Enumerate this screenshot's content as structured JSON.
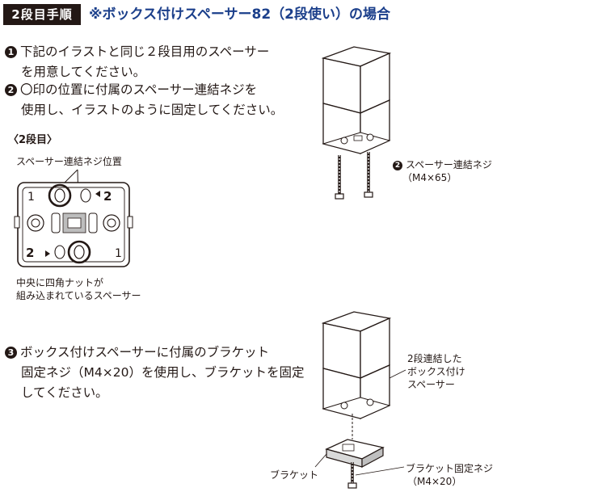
{
  "header": {
    "step_badge": "2段目手順",
    "title": "※ボックス付けスペーサー82（2段使い）の場合"
  },
  "instructions": {
    "s1_num": "1",
    "s1_line1": "下記のイラストと同じ２段目用のスペーサー",
    "s1_line2": "を用意してください。",
    "s2_num": "2",
    "s2_line1": "〇印の位置に付属のスペーサー連結ネジを",
    "s2_line2": "使用し、イラストのように固定してください。",
    "s3_num": "3",
    "s3_line1": "ボックス付けスペーサーに付属のブラケット",
    "s3_line2": "固定ネジ（M4×20）を使用し、ブラケットを固定",
    "s3_line3": "してください。"
  },
  "diagram_top_view": {
    "section_label": "〈2段目〉",
    "screw_position_label": "スペーサー連結ネジ位置",
    "nut_label_line1": "中央に四角ナットが",
    "nut_label_line2": "組み込まれているスペーサー",
    "mark_top_left": "1",
    "mark_top_right": "2",
    "mark_bottom_left": "2",
    "mark_bottom_right": "1"
  },
  "diagram_box_screws": {
    "callout_num": "2",
    "callout_line1": "スペーサー連結ネジ",
    "callout_line2": "（M4×65）"
  },
  "diagram_bracket": {
    "spacer_line1": "2段連結した",
    "spacer_line2": "ボックス付け",
    "spacer_line3": "スペーサー",
    "bracket_label": "ブラケット",
    "screw_line1": "ブラケット固定ネジ",
    "screw_line2": "（M4×20）"
  }
}
